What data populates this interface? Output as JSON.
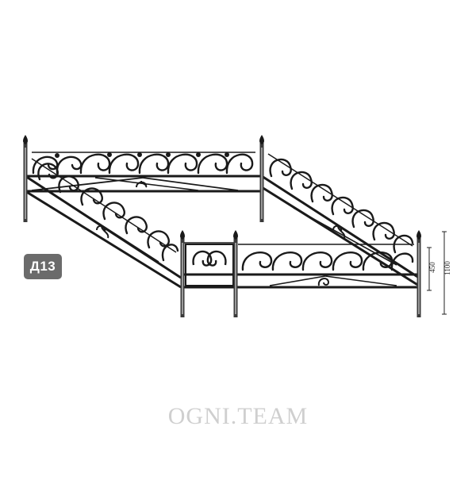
{
  "model_code": "Д13",
  "dimensions": {
    "height_small": "450",
    "height_large": "1100"
  },
  "watermark": "OGNI.TEAM",
  "colors": {
    "metal": "#1a1a1a",
    "badge_bg": "#6b6b6b",
    "watermark": "#cfcfcf"
  }
}
